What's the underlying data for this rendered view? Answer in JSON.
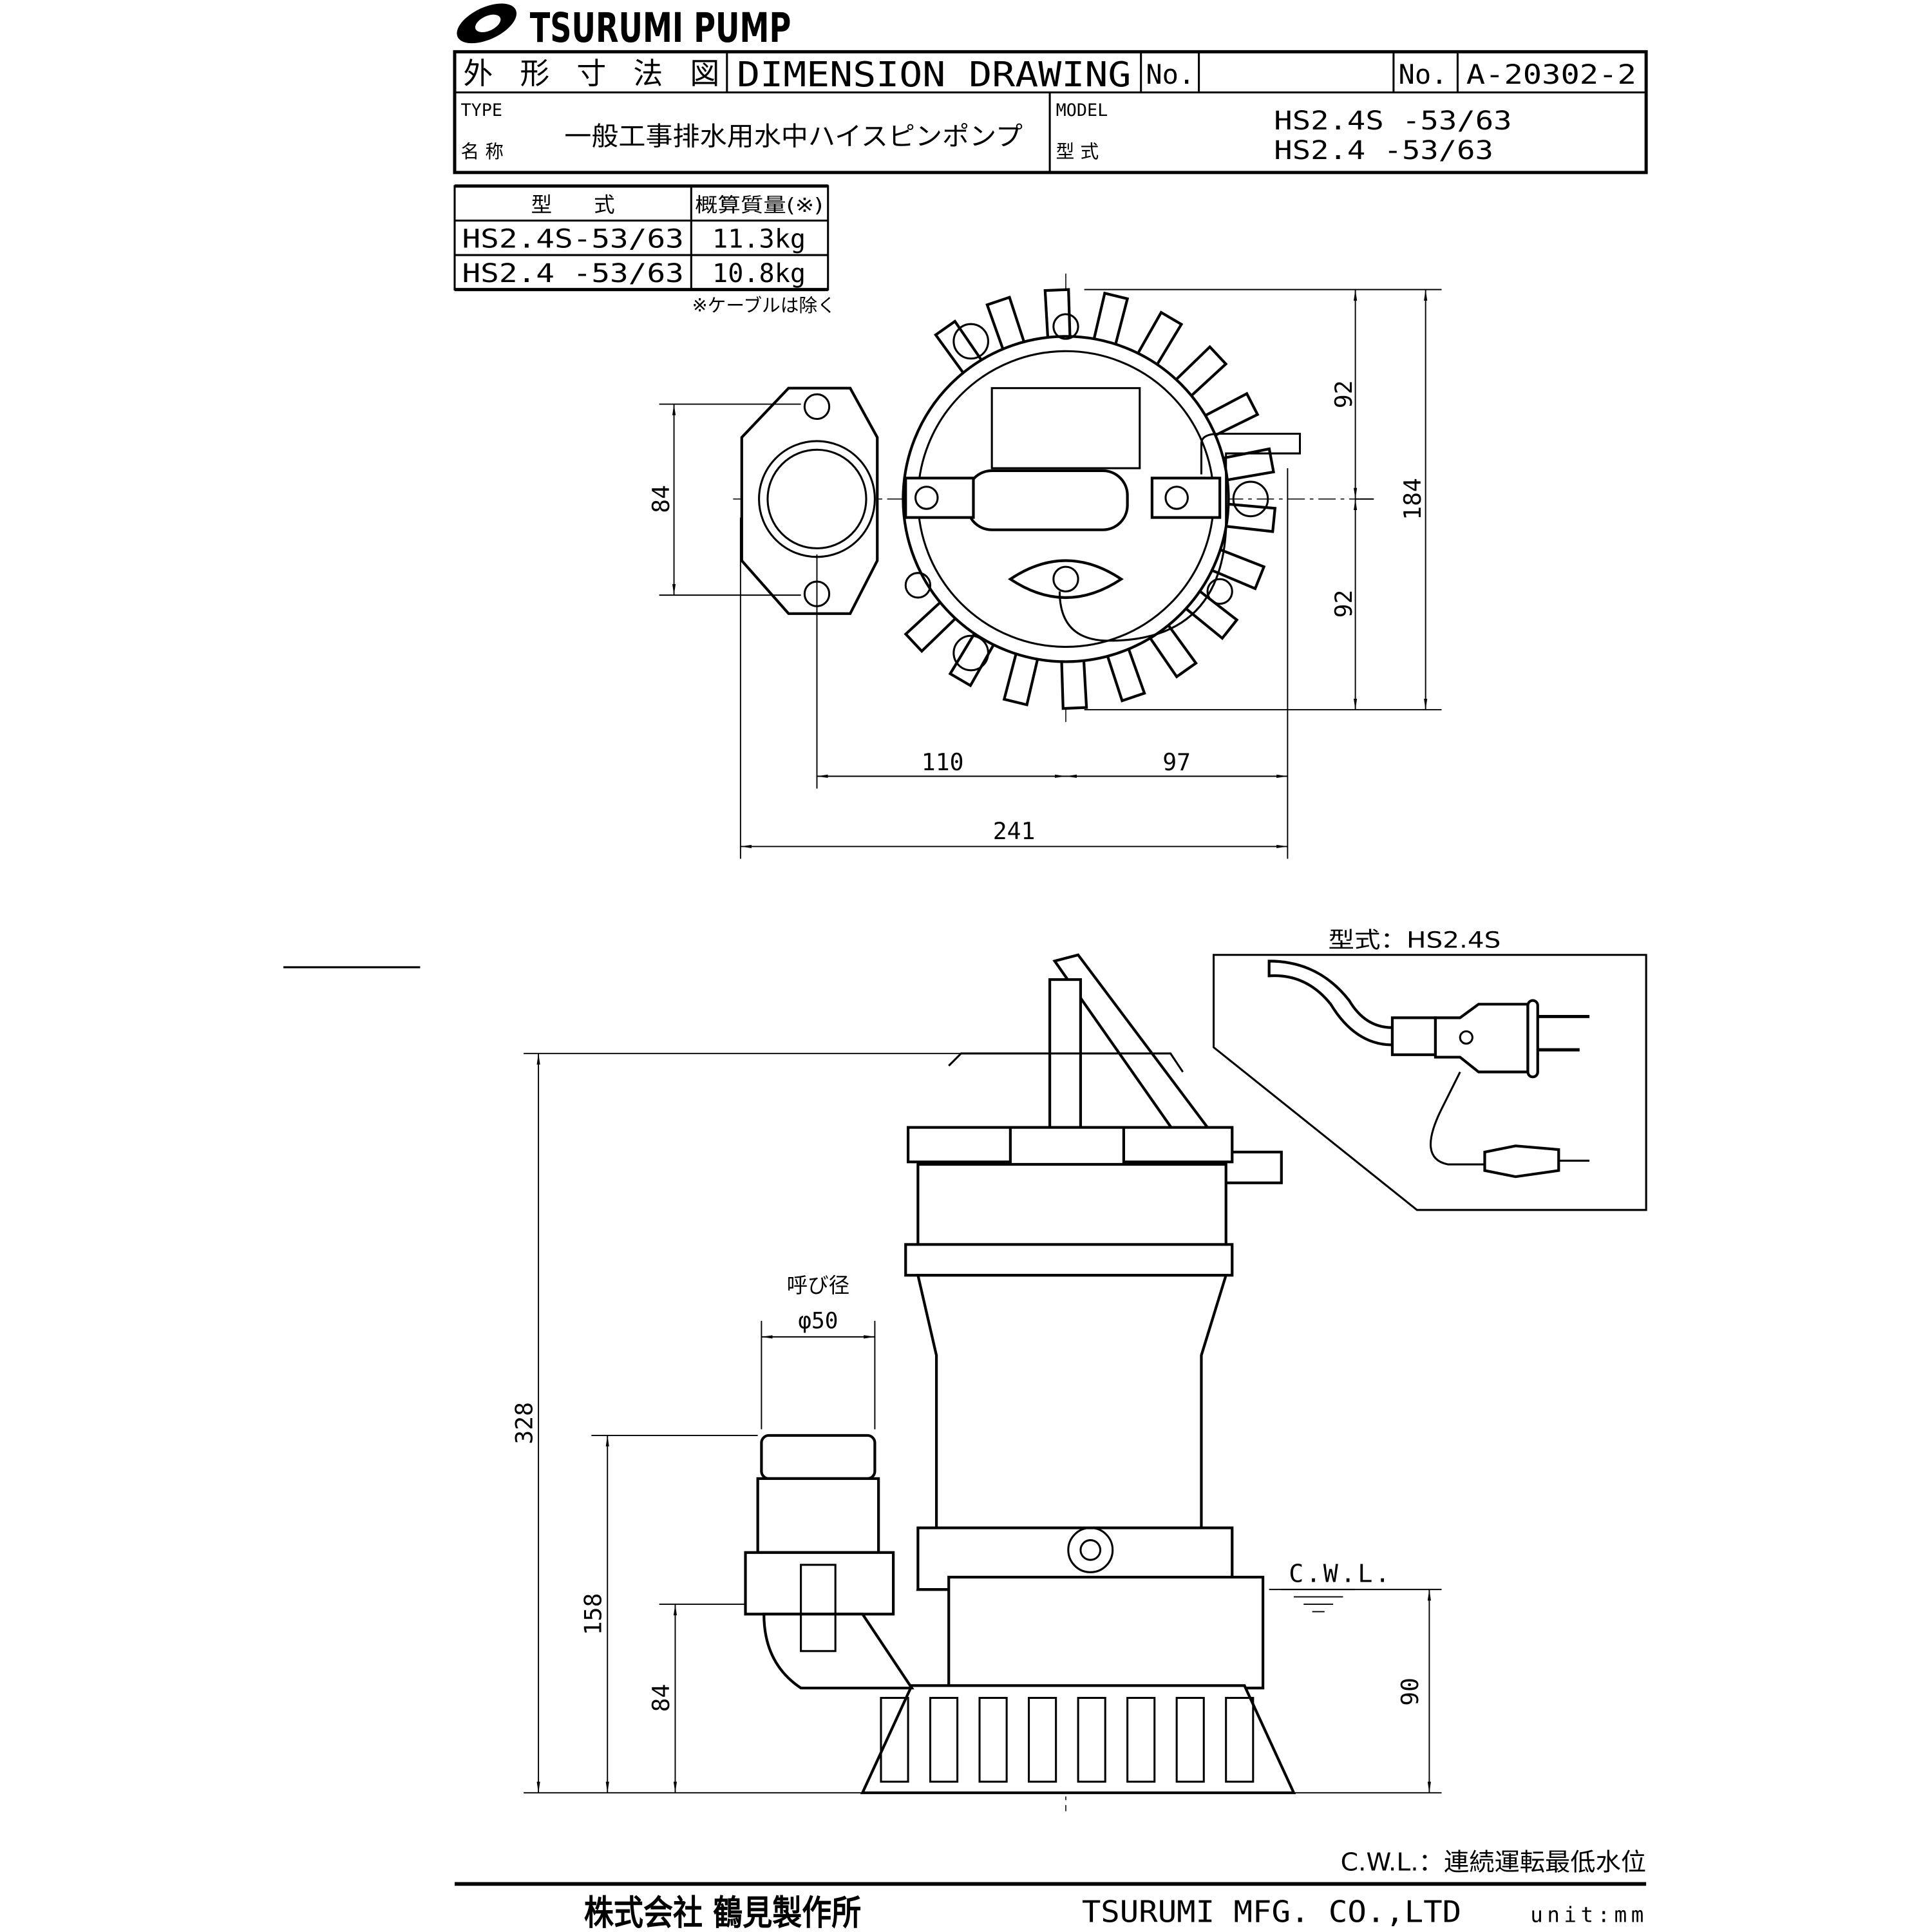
{
  "logo": {
    "text": "TSURUMI PUMP"
  },
  "title_block": {
    "title_jp": "外 形 寸 法 図",
    "title_en": "DIMENSION DRAWING",
    "no_label_1": "No.",
    "no_value_1": "",
    "no_label_2": "No.",
    "drawing_no": "A-20302-2",
    "type_label_en": "TYPE",
    "type_label_jp": "名 称",
    "type_value": "一般工事排水用水中ハイスピンポンプ",
    "model_label_en": "MODEL",
    "model_label_jp": "型 式",
    "models": [
      "HS2.4S -53/63",
      "HS2.4 -53/63"
    ]
  },
  "weight_table": {
    "headers": [
      "型　　式",
      "概算質量(※)"
    ],
    "rows": [
      {
        "model": "HS2.4S-53/63",
        "weight": "11.3kg"
      },
      {
        "model": "HS2.4 -53/63",
        "weight": "10.8kg"
      }
    ],
    "note": "※ケーブルは除く"
  },
  "top_view": {
    "dims": {
      "upper": "92",
      "lower": "92",
      "total_height": "184",
      "flange": "84",
      "left": "110",
      "right": "97",
      "total_width": "241"
    }
  },
  "side_view": {
    "dims": {
      "height": "328",
      "discharge_height": "158",
      "outlet_height": "84",
      "cwl": "90"
    },
    "bore_label": "呼び径",
    "bore_value": "φ50",
    "cwl_label": "C.W.L."
  },
  "inset": {
    "label": "型式：HS2.4S"
  },
  "footer": {
    "cwl_note": "C.W.L.：連続運転最低水位",
    "company_jp": "株式会社 鶴見製作所",
    "company_en": "TSURUMI MFG. CO.,LTD",
    "unit": "unit:mm"
  }
}
